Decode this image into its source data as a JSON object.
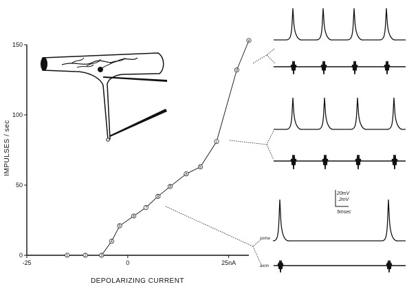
{
  "chart_data": {
    "type": "line",
    "title": "",
    "xlabel": "DEPOLARIZING CURRENT",
    "ylabel": "IMPULSES / sec",
    "xlim": [
      -25,
      30
    ],
    "ylim": [
      0,
      150
    ],
    "x_ticks": [
      -25,
      0,
      25
    ],
    "x_tick_labels": [
      "-25",
      "0",
      "25nA"
    ],
    "y_ticks": [
      0,
      50,
      100,
      150
    ],
    "y_tick_labels": [
      "0",
      "50",
      "100",
      "150"
    ],
    "grid": false,
    "legend": "none",
    "series": [
      {
        "points": [
          {
            "x": -15.0,
            "y": 0,
            "label": "1"
          },
          {
            "x": -10.5,
            "y": 0,
            "label": "2"
          },
          {
            "x": -6.5,
            "y": 0,
            "label": "3"
          },
          {
            "x": -4.0,
            "y": 10,
            "label": "4"
          },
          {
            "x": -2.0,
            "y": 21,
            "label": "5"
          },
          {
            "x": 1.5,
            "y": 28,
            "label": "6"
          },
          {
            "x": 4.5,
            "y": 34,
            "label": "7"
          },
          {
            "x": 7.5,
            "y": 42,
            "label": "8"
          },
          {
            "x": 10.5,
            "y": 49,
            "label": "9"
          },
          {
            "x": 14.5,
            "y": 58,
            "label": "a"
          },
          {
            "x": 18.0,
            "y": 63,
            "label": "b"
          },
          {
            "x": 22.0,
            "y": 81,
            "label": "c"
          },
          {
            "x": 27.0,
            "y": 132,
            "label": "d"
          },
          {
            "x": 30.0,
            "y": 153,
            "label": "e"
          }
        ]
      }
    ],
    "annotations": {
      "scale_bar": {
        "voltage_top": "20mV",
        "voltage_bottom": ".2mV",
        "time": "5msec"
      },
      "trace_labels": {
        "soma": "soma",
        "axon": "axon"
      },
      "trace_sets": [
        {
          "spikes": 4
        },
        {
          "spikes": 4
        },
        {
          "spikes": 2
        }
      ],
      "inset_icon": "neuron-soma-and-axon-drawing"
    }
  }
}
